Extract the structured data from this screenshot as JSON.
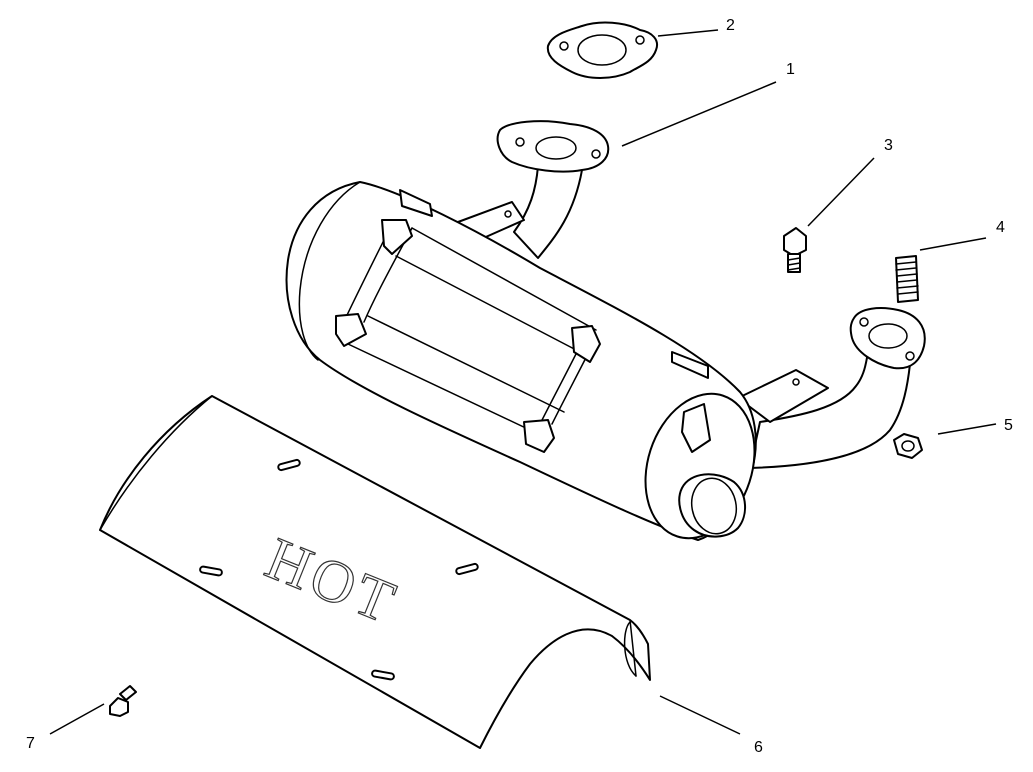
{
  "diagram": {
    "shield_text": "HOT",
    "callouts": [
      "1",
      "2",
      "3",
      "4",
      "5",
      "6",
      "7"
    ]
  }
}
